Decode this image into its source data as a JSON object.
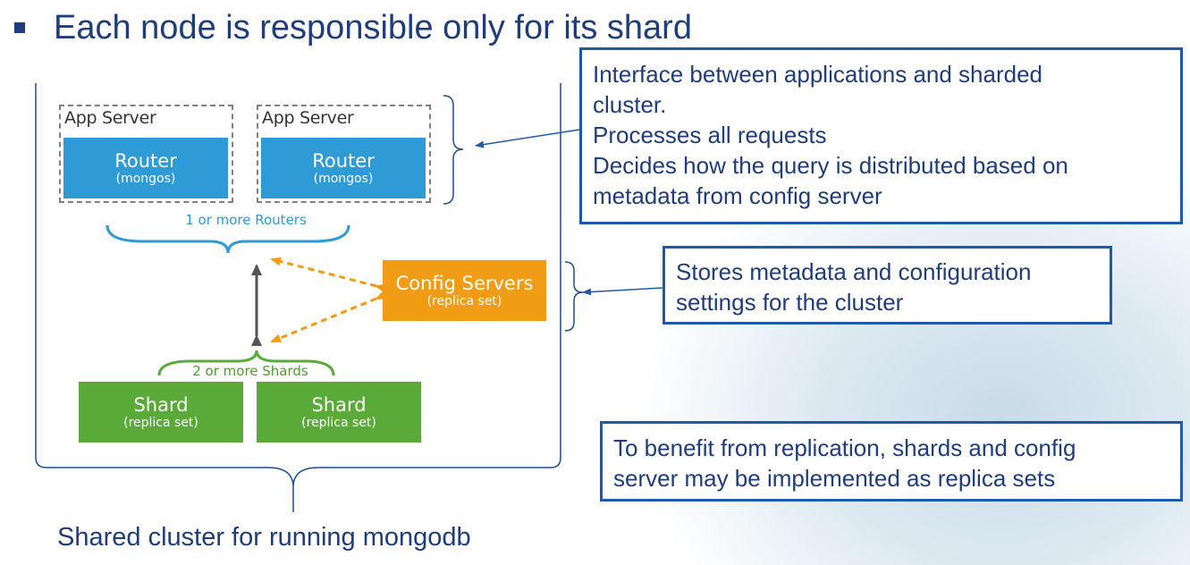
{
  "slide": {
    "heading": "Each node is responsible only for its shard",
    "caption": "Shared cluster for running mongodb"
  },
  "diagram": {
    "app_server_label": "App Server",
    "routers": [
      {
        "title": "Router",
        "subtitle": "(mongos)"
      },
      {
        "title": "Router",
        "subtitle": "(mongos)"
      }
    ],
    "routers_brace_label": "1 or more Routers",
    "config_server": {
      "title": "Config Servers",
      "subtitle": "(replica set)"
    },
    "shards_brace_label": "2 or more Shards",
    "shards": [
      {
        "title": "Shard",
        "subtitle": "(replica set)"
      },
      {
        "title": "Shard",
        "subtitle": "(replica set)"
      }
    ]
  },
  "callouts": {
    "router": {
      "lines": [
        "Interface between applications and sharded",
        "cluster.",
        "Processes all requests",
        "Decides how the query is distributed based on",
        "metadata from config server"
      ]
    },
    "config": {
      "lines": [
        "Stores metadata and configuration",
        "settings for the cluster"
      ]
    },
    "replication": {
      "lines": [
        "To benefit from replication, shards and config",
        "server may be implemented as replica sets"
      ]
    }
  },
  "colors": {
    "heading_text": "#1f3d7a",
    "callout_border": "#1f5aa6",
    "router_blue": "#2e9ad6",
    "shard_green": "#5aaa3a",
    "config_orange": "#f09c15"
  }
}
